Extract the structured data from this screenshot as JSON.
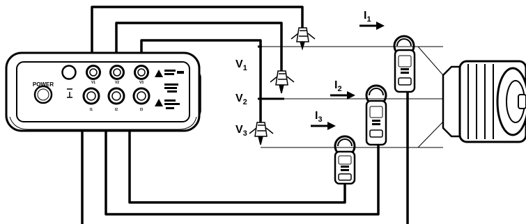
{
  "meter": {
    "power_label": "POWER",
    "upper_jack_labels": [
      "",
      "V1",
      "V2",
      "V3"
    ],
    "lower_jack_labels": [
      "I1",
      "I2",
      "I3"
    ]
  },
  "voltage_labels": [
    {
      "base": "V",
      "sub": "1"
    },
    {
      "base": "V",
      "sub": "2"
    },
    {
      "base": "V",
      "sub": "3"
    }
  ],
  "current_labels": [
    {
      "base": "I",
      "sub": "1"
    },
    {
      "base": "I",
      "sub": "2"
    },
    {
      "base": "I",
      "sub": "3"
    }
  ]
}
